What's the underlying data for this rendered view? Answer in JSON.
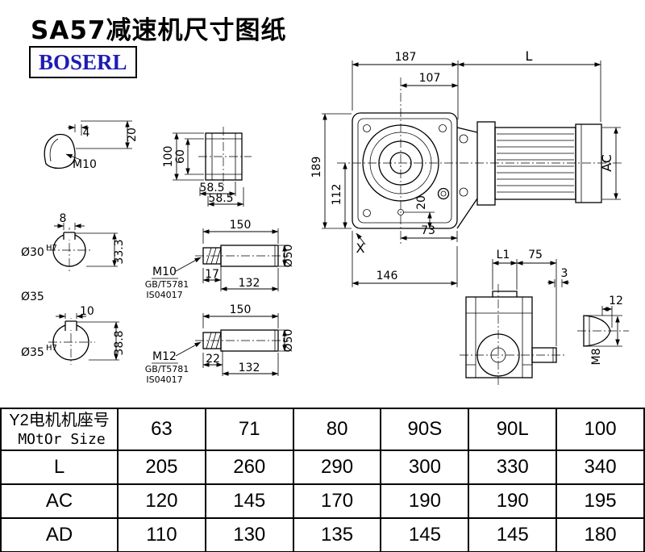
{
  "page": {
    "title": "SA57减速机尺寸图纸",
    "brand": "BOSERL"
  },
  "main_view": {
    "d187": "187",
    "dL": "L",
    "d107": "107",
    "d189": "189",
    "d112": "112",
    "d20": "20",
    "d73": "73",
    "d146": "146",
    "dX": "X",
    "dAC": "AC"
  },
  "front_view": {
    "dL1": "L1",
    "d75": "75",
    "d3": "3",
    "d12": "12",
    "dM8": "M8"
  },
  "plug_detail": {
    "d4": "4",
    "d20": "20",
    "dM10": "M10"
  },
  "hub_detail": {
    "d100": "100",
    "d60": "60",
    "d58a": "58.5",
    "d58b": "58.5"
  },
  "bore30": {
    "d8": "8",
    "label": "Ø30",
    "sup": "H7",
    "d33": "33.3"
  },
  "mid_label": {
    "dia35": "Ø35"
  },
  "bore35": {
    "d10": "10",
    "label": "Ø35",
    "sup": "H7",
    "d38": "38.8"
  },
  "shaft1": {
    "d150": "150",
    "thread": "M10",
    "std1": "GB/T5781",
    "std2": "IS04017",
    "d17": "17",
    "d132": "132",
    "d50": "Ø50"
  },
  "shaft2": {
    "d150": "150",
    "thread": "M12",
    "std1": "GB/T5781",
    "std2": "IS04017",
    "d22": "22",
    "d132": "132",
    "d50": "Ø50"
  },
  "table": {
    "motor_label_cn": "Y2电机机座号",
    "motor_label_en": "MOtOr Size",
    "sizes": [
      "63",
      "71",
      "80",
      "90S",
      "90L",
      "100"
    ],
    "rows": [
      {
        "label": "L",
        "values": [
          "205",
          "260",
          "290",
          "300",
          "330",
          "340"
        ]
      },
      {
        "label": "AC",
        "values": [
          "120",
          "145",
          "170",
          "190",
          "190",
          "195"
        ]
      },
      {
        "label": "AD",
        "values": [
          "110",
          "130",
          "135",
          "145",
          "145",
          "180"
        ]
      }
    ]
  }
}
